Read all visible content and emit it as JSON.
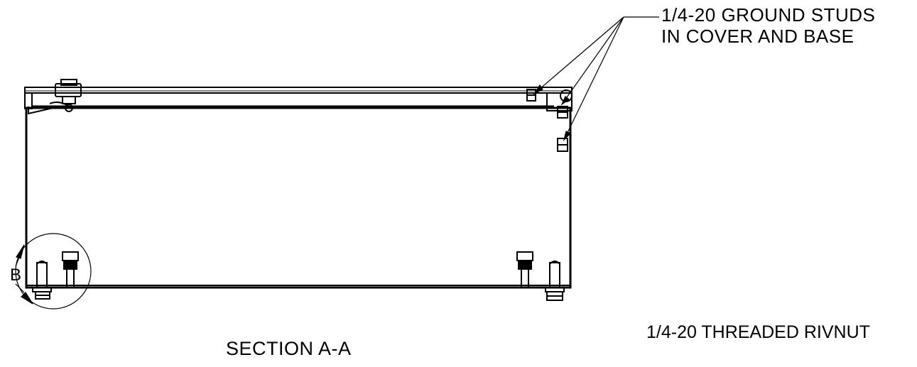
{
  "labels": {
    "ground_studs_line1": "1/4-20 GROUND STUDS",
    "ground_studs_line2": "IN COVER AND BASE",
    "rivnut": "1/4-20 THREADED RIVNUT",
    "section_title": "SECTION A-A",
    "detail_marker": "B"
  },
  "colors": {
    "line": "#000000",
    "background": "#ffffff"
  }
}
